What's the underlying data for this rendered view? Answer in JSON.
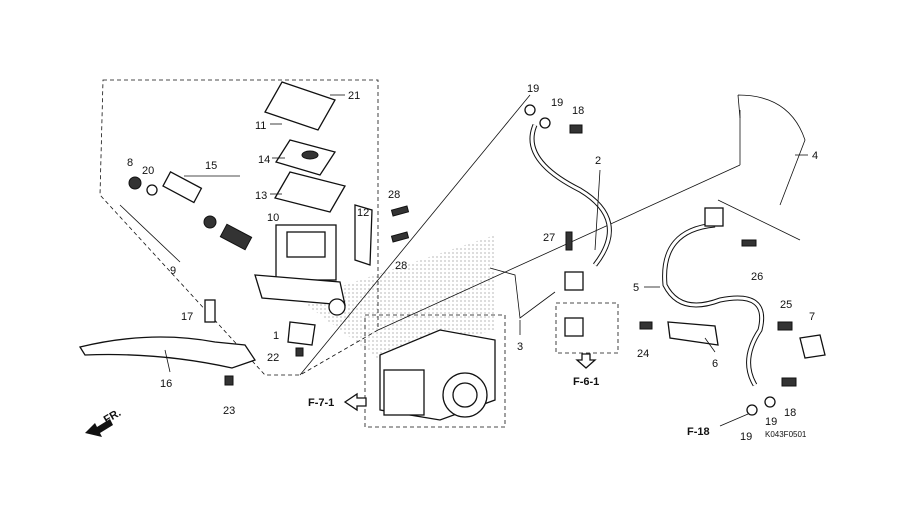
{
  "diagram": {
    "callouts": [
      "21",
      "11",
      "14",
      "13",
      "10",
      "28",
      "12",
      "28",
      "8",
      "20",
      "15",
      "9",
      "17",
      "1",
      "22",
      "16",
      "23",
      "19",
      "19",
      "18",
      "2",
      "4",
      "27",
      "3",
      "5",
      "26",
      "25",
      "7",
      "24",
      "6",
      "19",
      "18",
      "19"
    ],
    "references": {
      "f71": "F-7-1",
      "f61": "F-6-1",
      "f18": "F-18"
    },
    "front_marker": "FR.",
    "drawing_code": "K043F0501"
  }
}
